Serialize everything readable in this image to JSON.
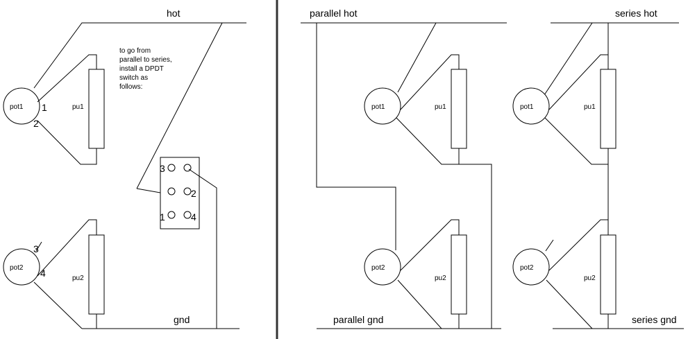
{
  "left_panel": {
    "hot_label": "hot",
    "gnd_label": "gnd",
    "pot1_label": "pot1",
    "pot2_label": "pot2",
    "pu1_label": "pu1",
    "pu2_label": "pu2",
    "note_lines": [
      "to go from",
      "parallel to series,",
      "install a DPDT",
      "switch as",
      "follows:"
    ],
    "pot1_pins": [
      "1",
      "2"
    ],
    "pot2_pins": [
      "3",
      "4"
    ],
    "switch_pins": [
      "3",
      "2",
      "1",
      "4"
    ]
  },
  "parallel_panel": {
    "hot_label": "parallel hot",
    "gnd_label": "parallel gnd",
    "pot1_label": "pot1",
    "pot2_label": "pot2",
    "pu1_label": "pu1",
    "pu2_label": "pu2"
  },
  "series_panel": {
    "hot_label": "series hot",
    "gnd_label": "series gnd",
    "pot1_label": "pot1",
    "pot2_label": "pot2",
    "pu1_label": "pu1",
    "pu2_label": "pu2"
  },
  "colors": {
    "line": "#000000",
    "divider": "#333333",
    "background": "#ffffff"
  }
}
